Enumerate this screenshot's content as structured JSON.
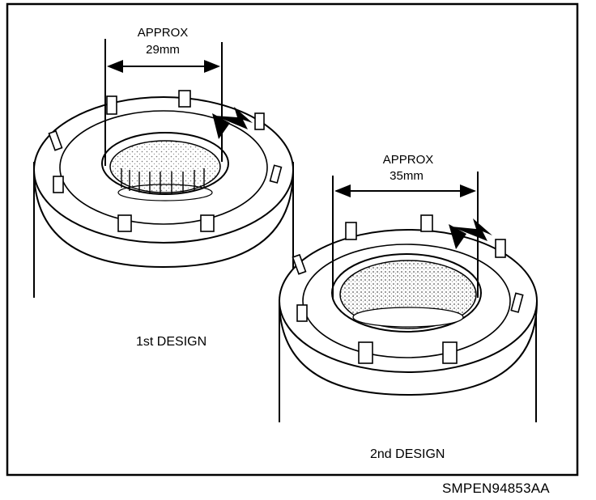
{
  "design1": {
    "dimension_label": "APPROX",
    "dimension_value": "29mm",
    "name": "1st DESIGN"
  },
  "design2": {
    "dimension_label": "APPROX",
    "dimension_value": "35mm",
    "name": "2nd DESIGN"
  },
  "reference_code": "SMPEN94853AA",
  "colors": {
    "ink": "#000000",
    "paper": "#ffffff",
    "shade": "#d8d8d8"
  }
}
